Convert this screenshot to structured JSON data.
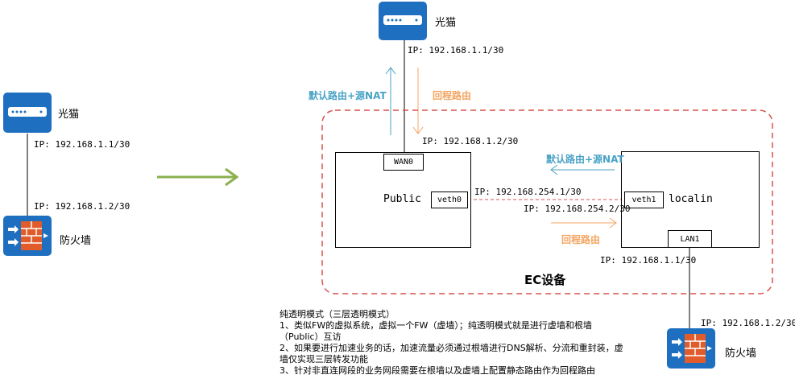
{
  "left": {
    "modem_label": "光猫",
    "modem_ip": "IP: 192.168.1.1/30",
    "firewall_ip": "IP: 192.168.1.2/30",
    "firewall_label": "防火墙"
  },
  "right": {
    "modem_label": "光猫",
    "modem_ip": "IP: 192.168.1.1/30",
    "default_route_nat_top": "默认路由+源NAT",
    "return_route_top": "回程路由",
    "wan0_ip": "IP: 192.168.1.2/30",
    "wan0": "WAN0",
    "public_label": "Public",
    "veth0": "veth0",
    "veth0_ip": "IP: 192.168.254.1/30",
    "default_route_nat_mid": "默认路由+源NAT",
    "veth1": "veth1",
    "localin_label": "localin",
    "veth1_ip": "IP: 192.168.254.2/30",
    "return_route_mid": "回程路由",
    "lan1": "LAN1",
    "lan1_ip": "IP: 192.168.1.1/30",
    "ec_label": "EC设备",
    "firewall_ip": "IP: 192.168.1.2/30",
    "firewall_label": "防火墙"
  },
  "notes": [
    "纯透明模式（三层透明模式）",
    "1、类似FW的虚拟系统，虚拟一个FW（虚墙）；纯透明模式就是进行虚墙和根墙（Public）互访",
    "2、如果要进行加速业务的话，加速流量必须通过根墙进行DNS解析、分流和重封装，虚墙仅实现三层转发功能",
    "3、针对非直连网段的业务网段需要在根墙以及虚墙上配置静态路由作为回程路由"
  ],
  "colors": {
    "device_blue": "#1f6fc0",
    "arrow_green": "#8bb04f",
    "ec_border_red": "#d9534f",
    "route_blue": "#4aa3c6",
    "route_orange": "#f4a460"
  }
}
